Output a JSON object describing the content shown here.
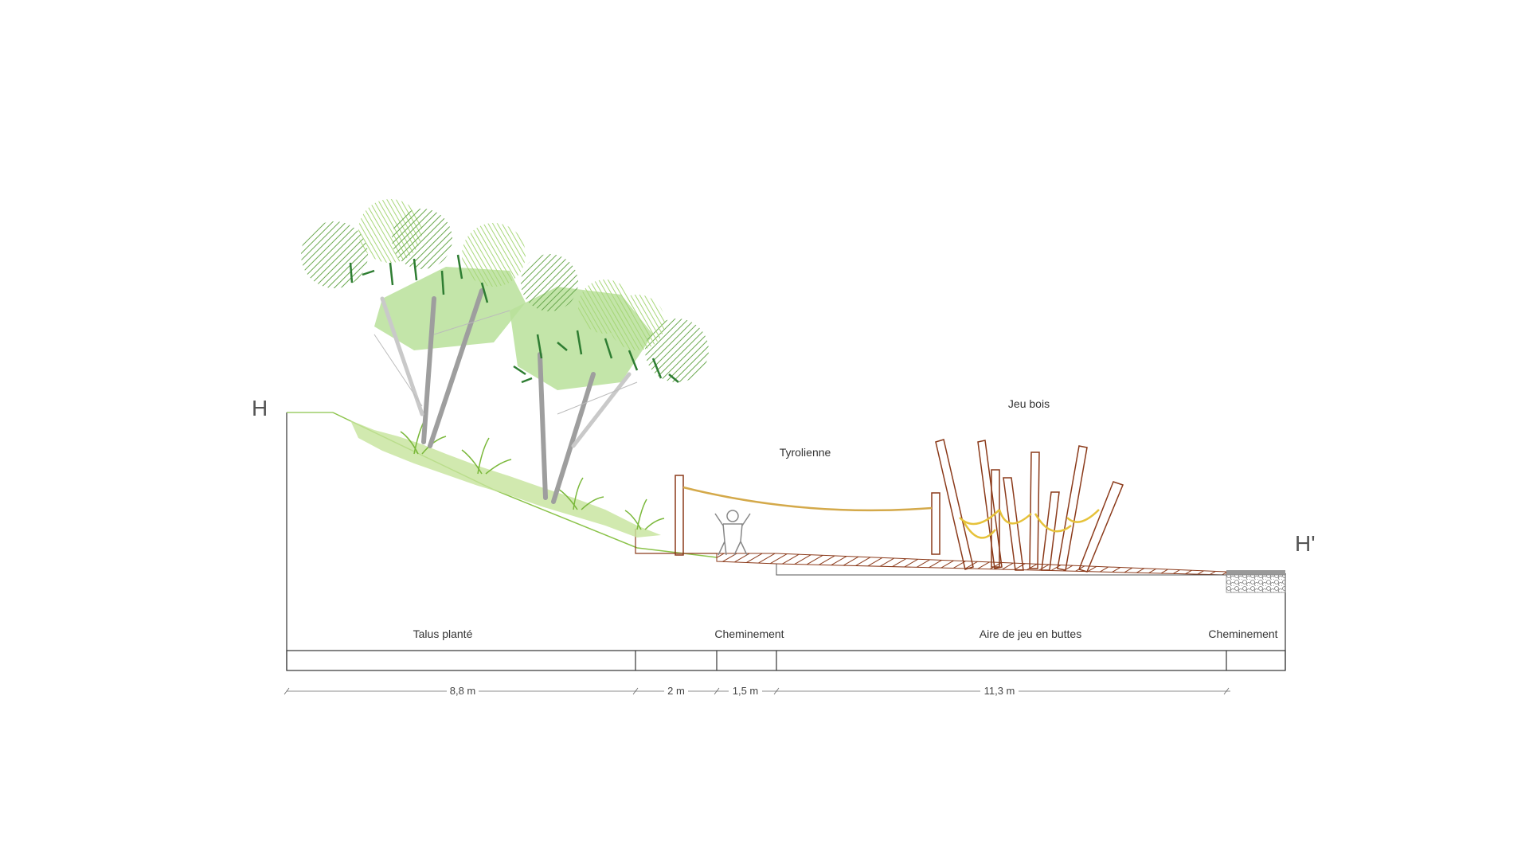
{
  "section": {
    "start_marker": "H",
    "end_marker": "H'"
  },
  "labels": {
    "jeu_bois": "Jeu bois",
    "tyrolienne": "Tyrolienne"
  },
  "zones": [
    {
      "name": "Talus planté",
      "length": "8,8 m"
    },
    {
      "name": "Cheminement",
      "length": "2 m"
    },
    {
      "name": "",
      "length": "1,5 m"
    },
    {
      "name": "Aire de jeu en buttes",
      "length": "11,3 m"
    },
    {
      "name": "Cheminement",
      "length": ""
    }
  ],
  "colors": {
    "line": "#333333",
    "grass": "#8bc34a",
    "foliage": "#7cc24a",
    "timber": "#a0522d",
    "rope": "#d4a94a",
    "rope_yellow": "#e6c23a",
    "trunk": "#9e9e9e"
  },
  "icons": [
    "tree-icon",
    "grass-icon",
    "person-icon",
    "gravel-icon"
  ]
}
